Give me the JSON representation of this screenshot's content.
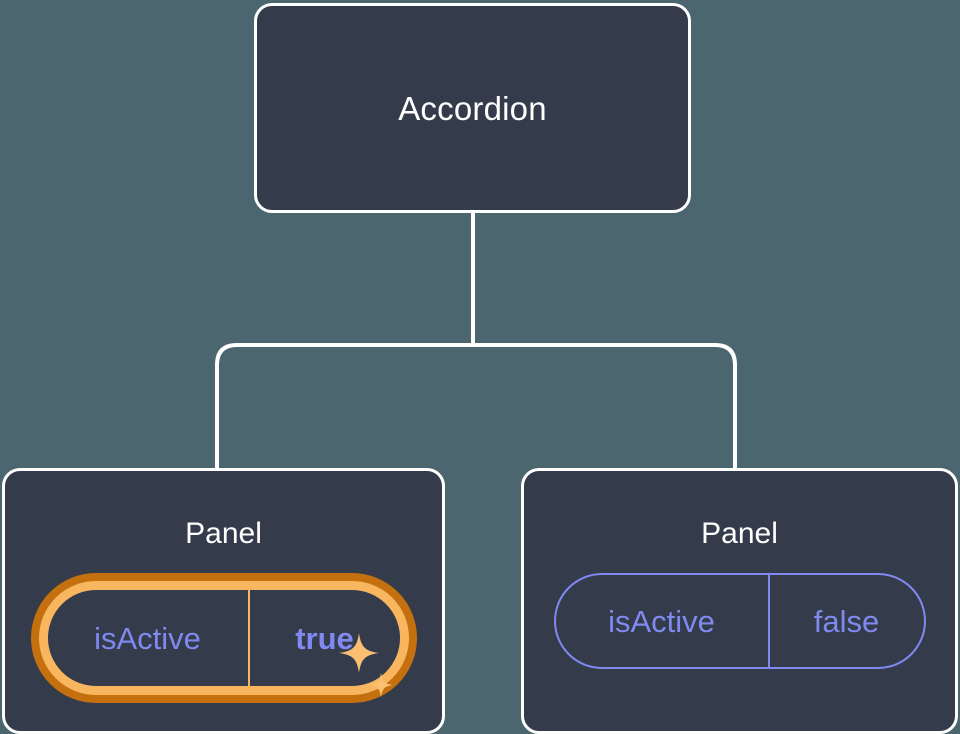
{
  "diagram": {
    "type": "component-tree",
    "background_color": "#4c666f",
    "node_fill": "#343b4a",
    "node_border": "#ffffff",
    "accent_prop": "#7f89ef",
    "highlight_outer": "#c4700f",
    "highlight_inner": "#f8b65f",
    "sparkle_color": "#fbbf72"
  },
  "root": {
    "label": "Accordion"
  },
  "children": [
    {
      "label": "Panel",
      "highlighted": true,
      "prop": {
        "name": "isActive",
        "value": "true"
      },
      "sparkle_icons": [
        "sparkle-large-icon",
        "sparkle-small-icon"
      ]
    },
    {
      "label": "Panel",
      "highlighted": false,
      "prop": {
        "name": "isActive",
        "value": "false"
      }
    }
  ],
  "edges": {
    "description": "Accordion connects down to both Panel nodes"
  }
}
